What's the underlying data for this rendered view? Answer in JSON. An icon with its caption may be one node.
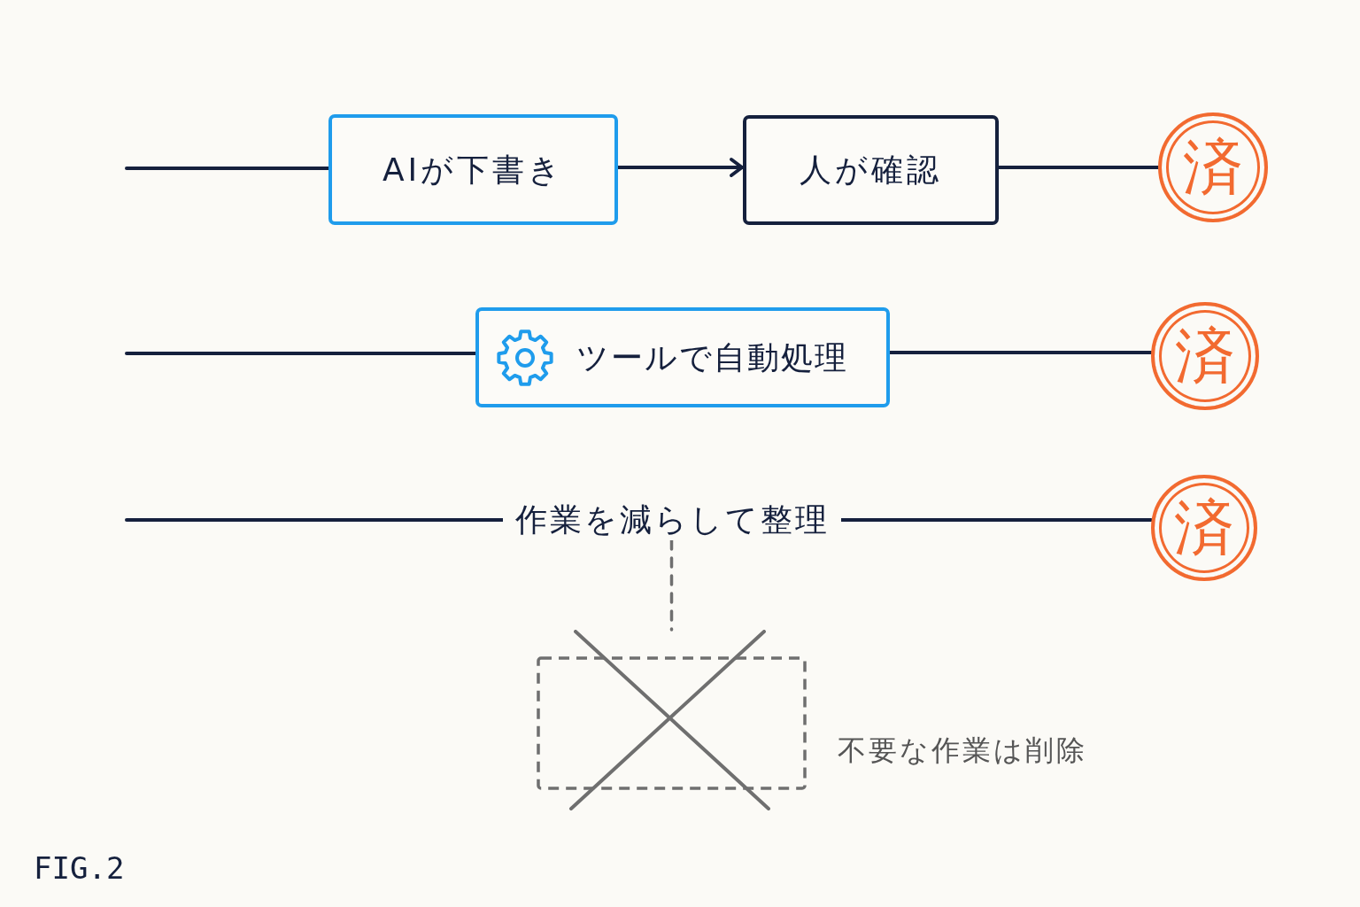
{
  "diagram": {
    "nodes": [
      {
        "text": [
          "AIが下書き"
        ]
      },
      {
        "text": [
          "人が確認"
        ]
      },
      {
        "text": [
          "済"
        ]
      },
      {
        "text": [
          "ツールで自動処理"
        ]
      },
      {
        "text": [
          "済"
        ]
      },
      {
        "text": [
          "作業を減らして整理"
        ]
      },
      {
        "text": [
          "済"
        ]
      },
      {
        "text": [],
        "shape": "box",
        "beside": [
          "不要な作業は削除"
        ]
      }
    ],
    "edges": [
      {
        "from": null,
        "to": 0,
        "arrow": "none"
      },
      {
        "from": 0,
        "to": 1,
        "arrow": "to"
      },
      {
        "from": 1,
        "to": 2,
        "arrow": "none"
      },
      {
        "from": null,
        "to": 3,
        "arrow": "none"
      },
      {
        "from": 3,
        "to": 4,
        "arrow": "none"
      },
      {
        "from": null,
        "to": 5,
        "arrow": "none"
      },
      {
        "from": 5,
        "to": 6,
        "arrow": "none"
      },
      {
        "from": 5,
        "to": 7,
        "arrow": "none",
        "style": "dashed",
        "color": "#6f6f6f"
      }
    ],
    "labels": [
      "FIG.2"
    ]
  }
}
